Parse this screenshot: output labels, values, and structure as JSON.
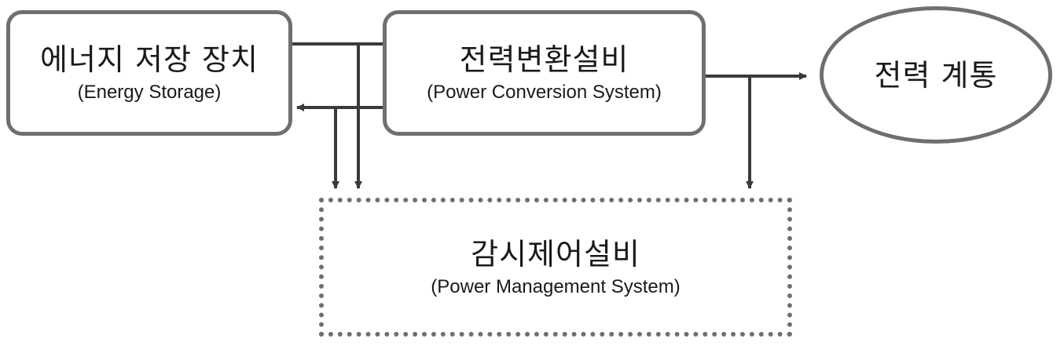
{
  "nodes": {
    "ess": {
      "title": "에너지 저장 장치",
      "subtitle": "(Energy Storage)"
    },
    "pcs": {
      "title": "전력변환설비",
      "subtitle": "(Power Conversion System)"
    },
    "grid": {
      "title": "전력 계통"
    },
    "pms": {
      "title": "감시제어설비",
      "subtitle": "(Power Management System)"
    }
  },
  "colors": {
    "border": "#6f6f6f",
    "arrow": "#3a3a3a"
  }
}
